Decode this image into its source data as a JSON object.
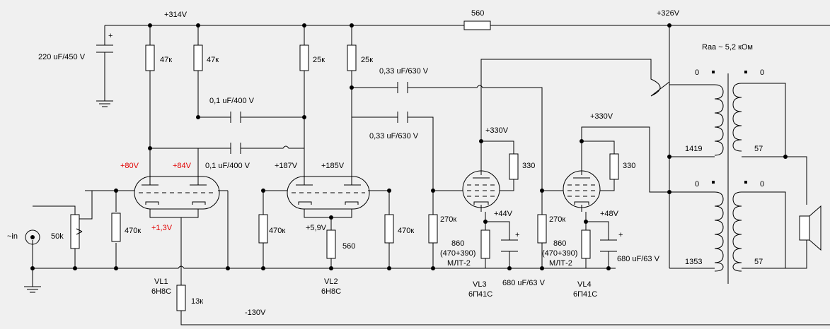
{
  "colors": {
    "background": "#f0f0f0",
    "wire": "#000000",
    "voltage_highlight": "#e00000"
  },
  "labels": {
    "v314": "+314V",
    "v326": "+326V",
    "r560_top": "560",
    "raa": "Raa ~ 5,2 кОм",
    "c_supply": "220 uF/450 V",
    "r47k_a": "47к",
    "r47k_b": "47к",
    "r25k_a": "25к",
    "r25k_b": "25к",
    "c01_top": "0,1 uF/400 V",
    "c01_bot": "0,1 uF/400 V",
    "c033_top": "0,33 uF/630 V",
    "c033_bot": "0,33 uF/630 V",
    "v330_vl3": "+330V",
    "v330_vl4": "+330V",
    "v80": "+80V",
    "v84": "+84V",
    "v187": "+187V",
    "v185": "+185V",
    "v13": "+1,3V",
    "v59": "+5,9V",
    "v44": "+44V",
    "v48": "+48V",
    "in": "~in",
    "pot": "50k",
    "r470_a": "470к",
    "r470_b": "470к",
    "r470_c": "470к",
    "r560_k": "560",
    "r270_a": "270к",
    "r270_b": "270к",
    "r330_a": "330",
    "r330_b": "330",
    "r860_a": "860",
    "r860_a2": "(470+390)",
    "r860_a3": "МЛТ-2",
    "r860_b": "860",
    "r860_b2": "(470+390)",
    "r860_b3": "МЛТ-2",
    "c680_a": "680 uF/63 V",
    "c680_b": "680 uF/63 V",
    "r13k": "13к",
    "vneg": "-130V",
    "vl1": "VL1",
    "vl1_type": "6Н8С",
    "vl2": "VL2",
    "vl2_type": "6Н8С",
    "vl3": "VL3",
    "vl3_type": "6П41С",
    "vl4": "VL4",
    "vl4_type": "6П41С",
    "t_0a": "0",
    "t_0b": "0",
    "t_0c": "0",
    "t_0d": "0",
    "t_1419": "1419",
    "t_1353": "1353",
    "t_57a": "57",
    "t_57b": "57"
  }
}
